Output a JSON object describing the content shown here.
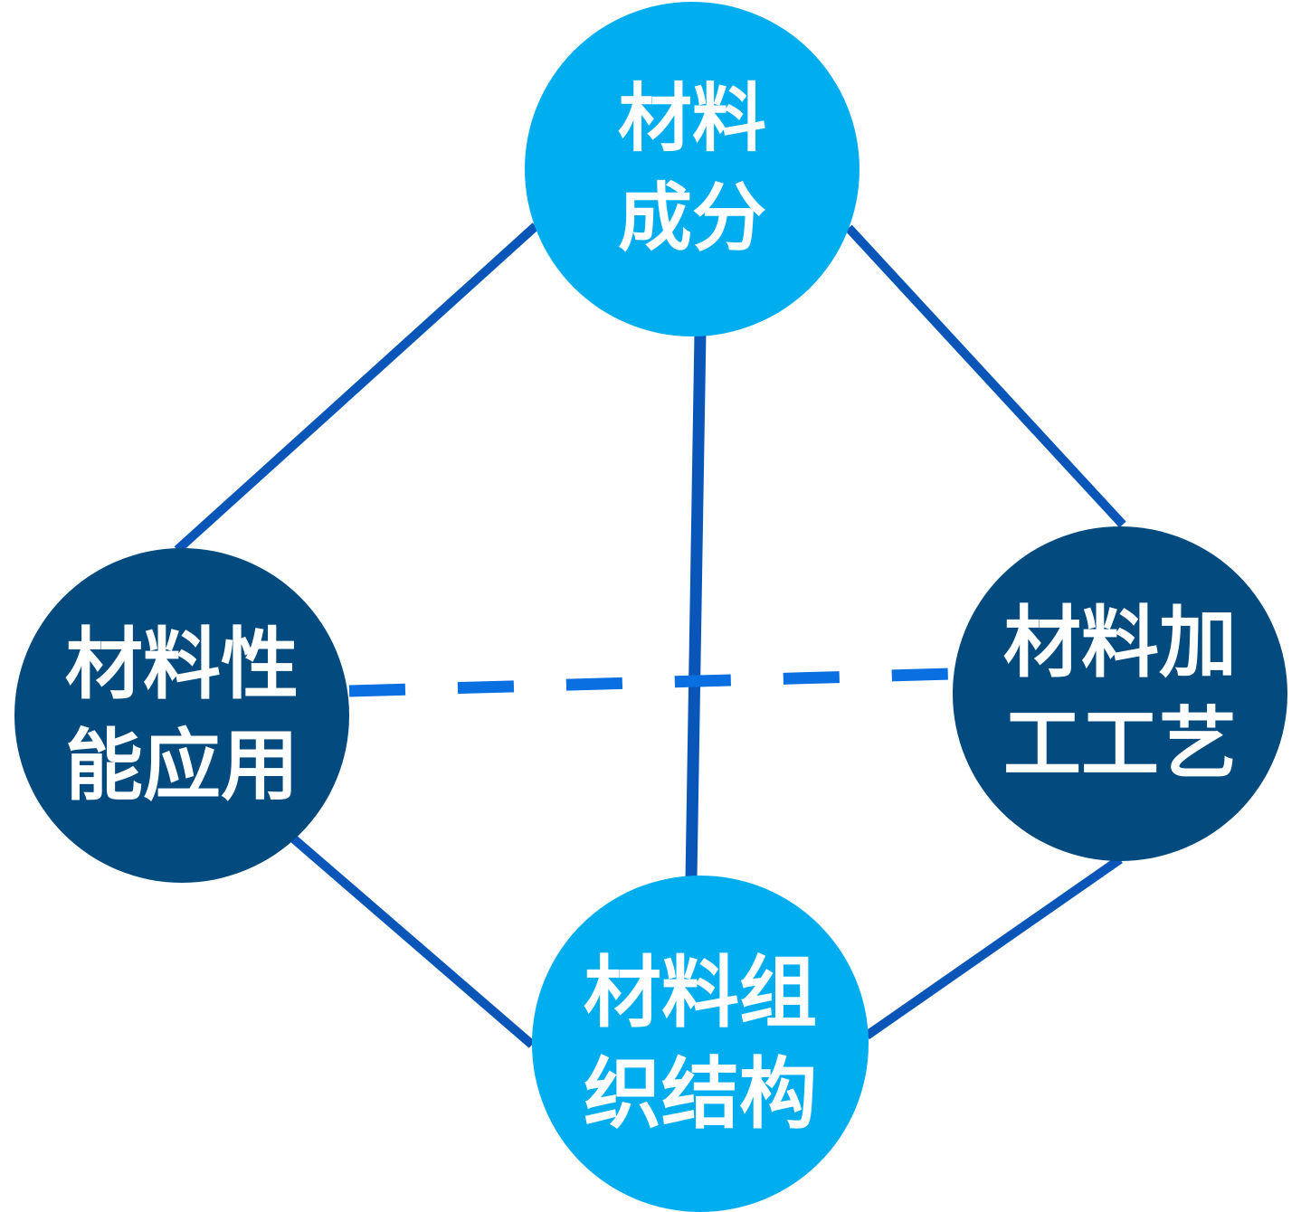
{
  "colors": {
    "line": "#0a56b8",
    "dashed_line": "#0a6fe0",
    "light_node": "#00aeef",
    "dark_node": "#034a7e",
    "text": "#ffffff"
  },
  "nodes": {
    "composition": {
      "line1": "材料",
      "line2": "成分"
    },
    "structure": {
      "line1": "材料组",
      "line2": "织结构"
    },
    "performance": {
      "line1": "材料性",
      "line2": "能应用"
    },
    "processing": {
      "line1": "材料加",
      "line2": "工工艺"
    }
  }
}
